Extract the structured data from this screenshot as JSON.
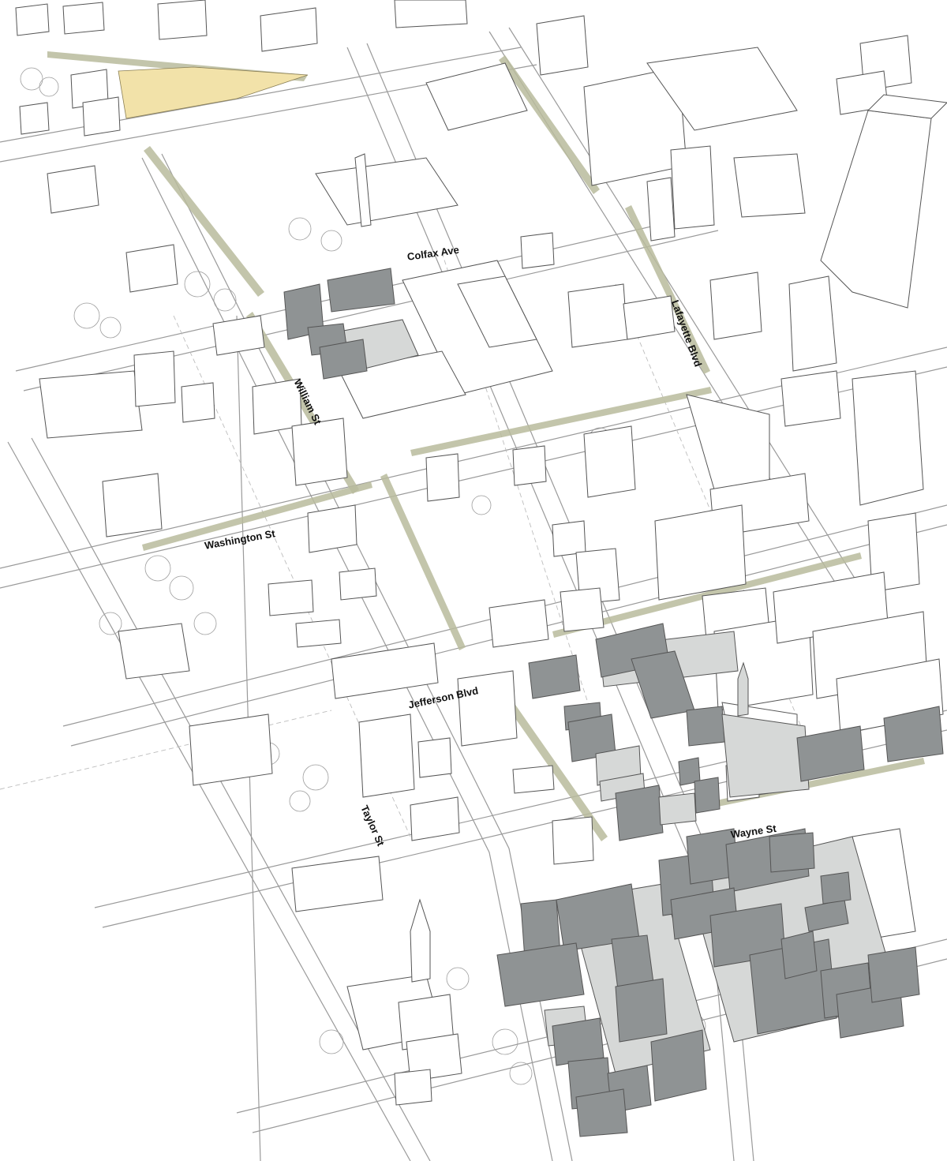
{
  "streets": {
    "colfax": "Colfax Ave",
    "lafayette": "Lafayette Blvd",
    "william": "William St",
    "washington": "Washington St",
    "jefferson": "Jefferson Blvd",
    "taylor": "Taylor St",
    "wayne": "Wayne St"
  },
  "colors": {
    "highlight_lot": "#f2e2a9",
    "proposed_building": "#8f9394",
    "courtyard_fill": "#d6d8d7",
    "streetscape_green": "#b8bb9c",
    "existing_building": "#ffffff",
    "line": "#555555"
  }
}
